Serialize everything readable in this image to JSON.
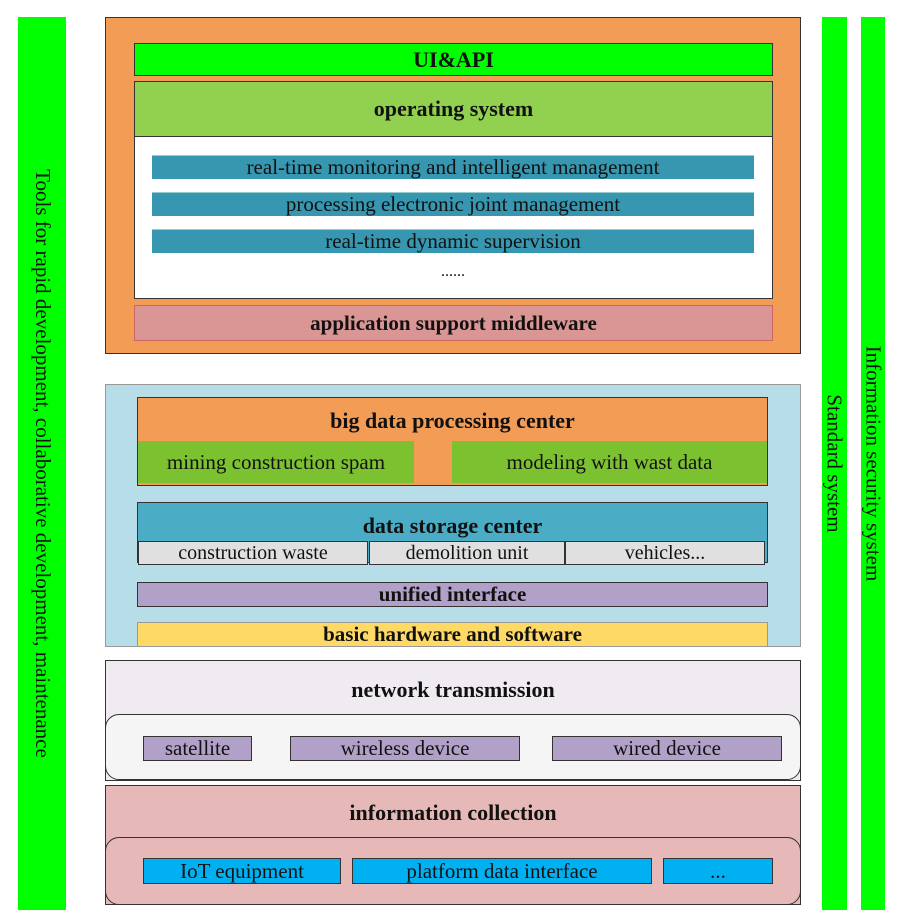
{
  "side": {
    "left": "Tools for rapid development, collaborative development, maintenance",
    "standard": "Standard system",
    "security": "Information security system"
  },
  "app": {
    "ui_api": "UI&API",
    "os": "operating system",
    "items": [
      "real-time monitoring and intelligent management",
      "processing electronic joint management",
      "real-time dynamic supervision"
    ],
    "ellipsis": "......",
    "middleware": "application support middleware"
  },
  "data": {
    "big_data": "big data processing center",
    "mining": "mining construction spam",
    "modeling": "modeling with wast  data",
    "storage": "data storage center",
    "storage_items": [
      "construction waste",
      "demolition unit",
      "vehicles..."
    ],
    "unified": "unified interface",
    "basic": "basic hardware and software"
  },
  "network": {
    "title": "network transmission",
    "items": [
      "satellite",
      "wireless device",
      "wired device"
    ]
  },
  "collection": {
    "title": "information collection",
    "items": [
      "IoT equipment",
      "platform data interface",
      "..."
    ]
  }
}
